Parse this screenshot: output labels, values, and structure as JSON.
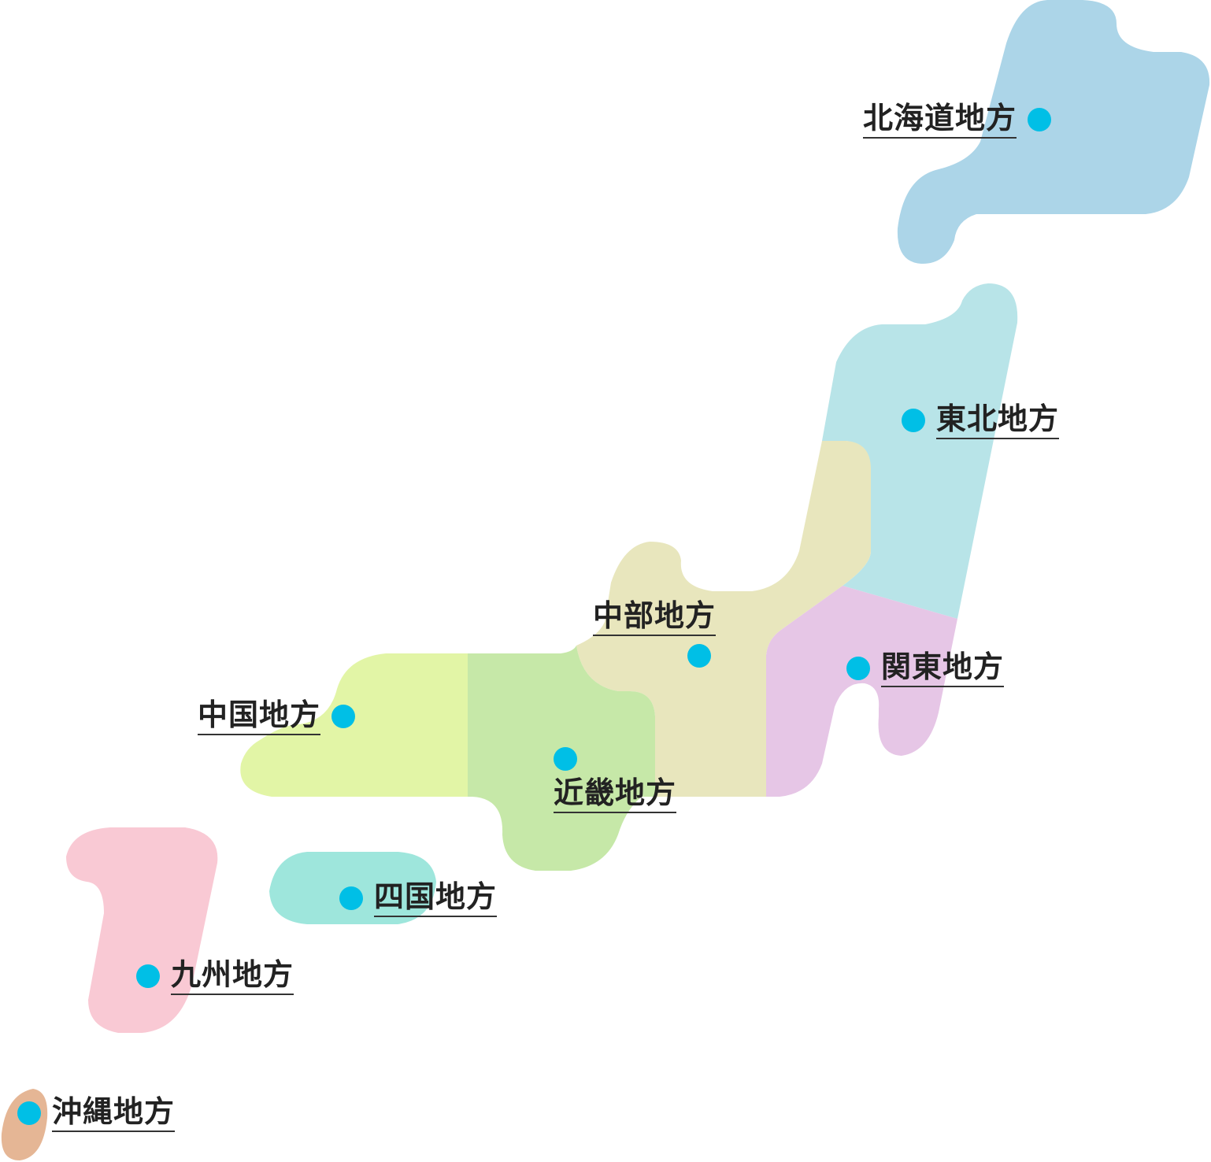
{
  "map": {
    "regions": [
      {
        "id": "hokkaido",
        "label": "北海道地方",
        "color": "#acd5e8"
      },
      {
        "id": "tohoku",
        "label": "東北地方",
        "color": "#b8e4e8"
      },
      {
        "id": "kanto",
        "label": "関東地方",
        "color": "#e6c6e6"
      },
      {
        "id": "chubu",
        "label": "中部地方",
        "color": "#e8e6bd"
      },
      {
        "id": "kinki",
        "label": "近畿地方",
        "color": "#c6e8a8"
      },
      {
        "id": "chugoku",
        "label": "中国地方",
        "color": "#e2f5a6"
      },
      {
        "id": "shikoku",
        "label": "四国地方",
        "color": "#9ee6dc"
      },
      {
        "id": "kyushu",
        "label": "九州地方",
        "color": "#f9c9d4"
      },
      {
        "id": "okinawa",
        "label": "沖縄地方",
        "color": "#e5b695"
      }
    ],
    "marker_color": "#00bfe6"
  }
}
